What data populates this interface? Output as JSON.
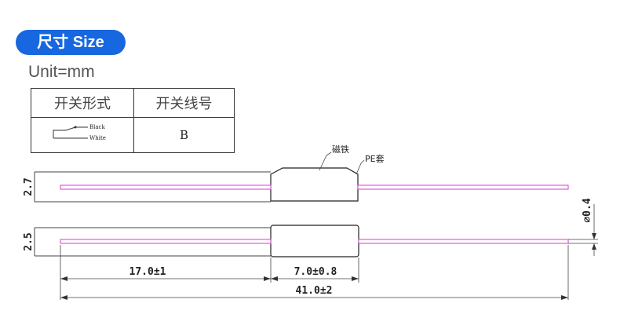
{
  "section": {
    "badge_label": "尺寸 Size",
    "unit_label": "Unit=mm",
    "accent_color": "#1767e0"
  },
  "spec_table": {
    "headers": [
      "开关形式",
      "开关线号"
    ],
    "switch_type": {
      "wire_labels": [
        "Black",
        "White"
      ]
    },
    "switch_wire_code": "B"
  },
  "diagram": {
    "callouts": {
      "magnet": "磁铁",
      "pe_sleeve": "PE套"
    },
    "dimensions": {
      "top_height": "2.7",
      "bottom_height": "2.5",
      "wire_diameter": "⌀0.4",
      "lead_length": "17.0±1",
      "body_length": "7.0±0.8",
      "total_length": "41.0±2"
    },
    "wire_color": "#e23ad0"
  }
}
